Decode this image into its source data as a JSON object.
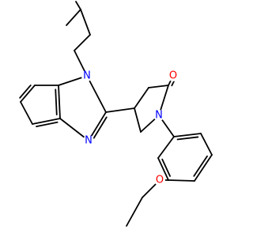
{
  "colors": {
    "background": "#ffffff",
    "bond": "#000000",
    "nitrogen": "#0000ff",
    "oxygen": "#ff0000"
  },
  "atoms": {
    "n1": {
      "label": "N",
      "element": "nitrogen"
    },
    "n2": {
      "label": "N",
      "element": "nitrogen"
    },
    "n3": {
      "label": "N",
      "element": "nitrogen"
    },
    "o1": {
      "label": "O",
      "element": "oxygen"
    },
    "o2": {
      "label": "O",
      "element": "oxygen"
    }
  }
}
